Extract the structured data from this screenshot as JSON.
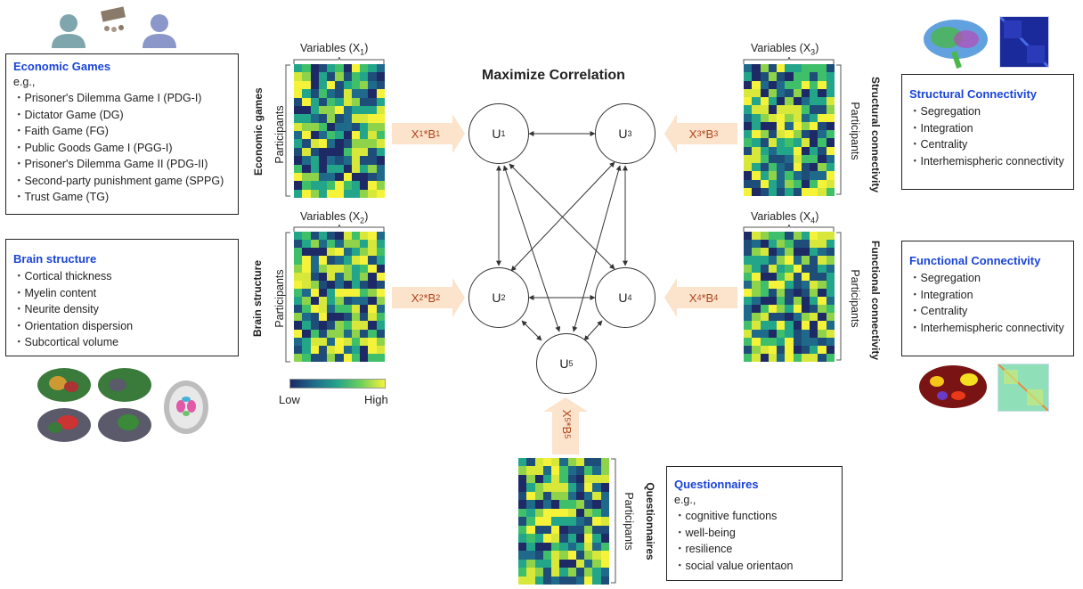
{
  "title": "Maximize Correlation",
  "economic_box": {
    "title": "Economic Games",
    "sub": "e.g.,",
    "items": [
      "Prisoner's Dilemma Game I (PDG-I)",
      "Dictator Game (DG)",
      "Faith Game (FG)",
      "Public Goods Game I (PGG-I)",
      "Prisoner's Dilemma Game II (PDG-II)",
      "Second-party punishment game (SPPG)",
      "Trust Game (TG)"
    ]
  },
  "brain_box": {
    "title": "Brain structure",
    "items": [
      "Cortical thickness",
      "Myelin content",
      "Neurite density",
      "Orientation dispersion",
      "Subcortical volume"
    ]
  },
  "structural_box": {
    "title": "Structural Connectivity",
    "items": [
      "Segregation",
      "Integration",
      "Centrality",
      "Interhemispheric connectivity"
    ]
  },
  "functional_box": {
    "title": "Functional Connectivity",
    "items": [
      "Segregation",
      "Integration",
      "Centrality",
      "Interhemispheric connectivity"
    ]
  },
  "question_box": {
    "title": "Questionnaires",
    "sub": "e.g.,",
    "items": [
      "cognitive functions",
      "well-being",
      "resilience",
      "social value orientaon"
    ]
  },
  "matrices": {
    "m1": {
      "var": "Variables (X",
      "sub": "1",
      "end": ")",
      "side": "Economic games",
      "rows": "Participants"
    },
    "m2": {
      "var": "Variables (X",
      "sub": "2",
      "end": ")",
      "side": "Brain structure",
      "rows": "Participants"
    },
    "m3": {
      "var": "Variables (X",
      "sub": "3",
      "end": ")",
      "side": "Structural connectivity",
      "rows": "Participants"
    },
    "m4": {
      "var": "Variables (X",
      "sub": "4",
      "end": ")",
      "side": "Functional connectivity",
      "rows": "Participants"
    },
    "m5": {
      "side": "Questionnaires",
      "rows": "Participants"
    }
  },
  "arrows": {
    "a1": {
      "x": "X",
      "xs": "1",
      "b": "*B",
      "bs": "1"
    },
    "a2": {
      "x": "X",
      "xs": "2",
      "b": "*B",
      "bs": "2"
    },
    "a3": {
      "x": "X",
      "xs": "3",
      "b": "*B",
      "bs": "3"
    },
    "a4": {
      "x": "X",
      "xs": "4",
      "b": "*B",
      "bs": "4"
    },
    "a5": {
      "x": "X",
      "xs": "5",
      "b": "*B",
      "bs": "5"
    }
  },
  "nodes": {
    "u1": {
      "l": "U",
      "s": "1"
    },
    "u2": {
      "l": "U",
      "s": "2"
    },
    "u3": {
      "l": "U",
      "s": "3"
    },
    "u4": {
      "l": "U",
      "s": "4"
    },
    "u5": {
      "l": "U",
      "s": "5"
    }
  },
  "legend": {
    "low": "Low",
    "high": "High"
  },
  "colors": {
    "accent_blue": "#1a44d8",
    "arrow_fill": "#fbe3cc",
    "arrow_text": "#b0451c"
  }
}
